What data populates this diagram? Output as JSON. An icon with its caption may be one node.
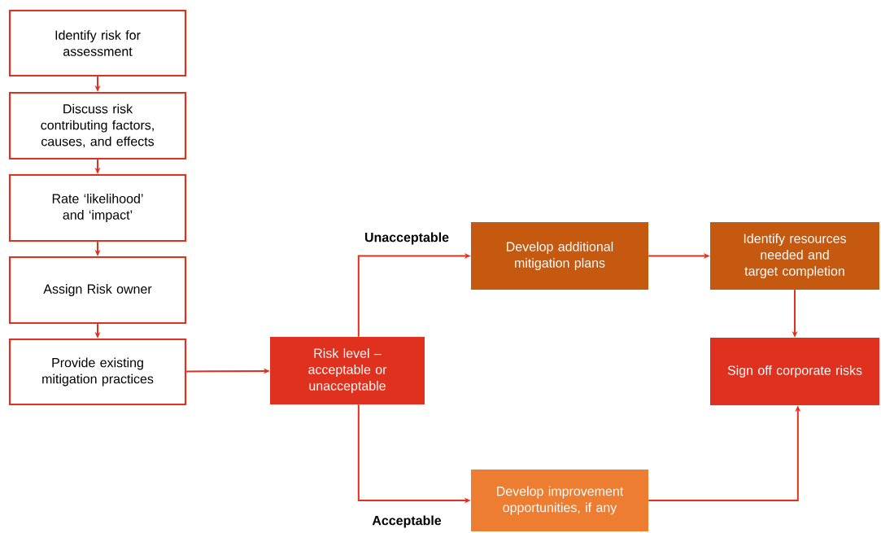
{
  "diagram": {
    "nodes": [
      {
        "text": [
          "Identify risk for assessment"
        ]
      },
      {
        "text": [
          "Discuss risk contributing factors, causes, and effects"
        ]
      },
      {
        "text": [
          "Rate ‘likelihood’ and ‘impact’"
        ]
      },
      {
        "text": [
          "Assign Risk owner"
        ]
      },
      {
        "text": [
          "Provide existing mitigation practices"
        ]
      },
      {
        "text": [
          "Risk level – acceptable or unacceptable"
        ]
      },
      {
        "text": [
          "Develop additional mitigation plans"
        ]
      },
      {
        "text": [
          "Identify resources needed and target completion"
        ]
      },
      {
        "text": [
          "Sign off corporate risks"
        ]
      },
      {
        "text": [
          "Develop improvement opportunities, if any"
        ]
      }
    ],
    "edges": [
      {
        "from": 0,
        "to": 1,
        "arrow": "to"
      },
      {
        "from": 1,
        "to": 2,
        "arrow": "to"
      },
      {
        "from": 2,
        "to": 3,
        "arrow": "to"
      },
      {
        "from": 3,
        "to": 4,
        "arrow": "to"
      },
      {
        "from": 4,
        "to": 5,
        "arrow": "to"
      },
      {
        "from": 5,
        "to": 6,
        "arrow": "to",
        "label": "Unacceptable"
      },
      {
        "from": 5,
        "to": 9,
        "arrow": "to",
        "label": "Acceptable"
      },
      {
        "from": 6,
        "to": 7,
        "arrow": "to"
      },
      {
        "from": 7,
        "to": 8,
        "arrow": "to"
      },
      {
        "from": 9,
        "to": 8,
        "arrow": "to"
      }
    ]
  }
}
